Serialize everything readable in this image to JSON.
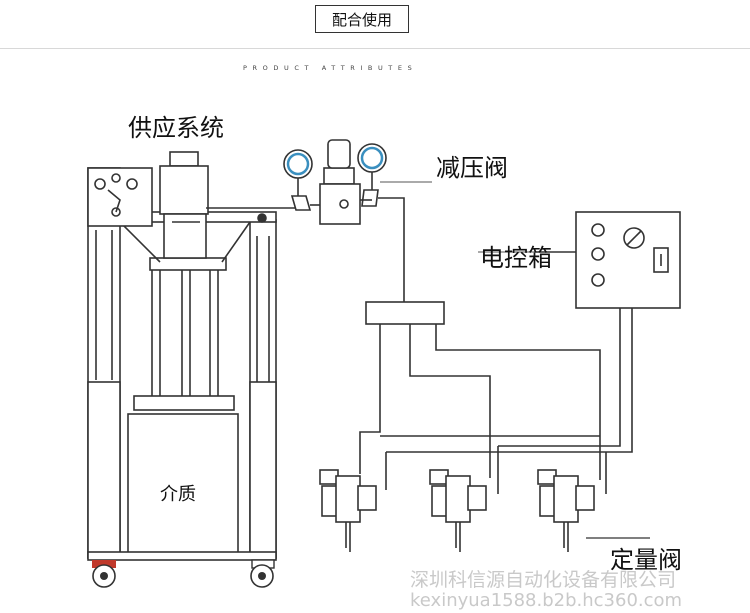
{
  "header": {
    "title": "配合使用",
    "subtitle": "PRODUCT ATTRIBUTES"
  },
  "diagram": {
    "labels": {
      "supply_system": "供应系统",
      "pressure_valve": "减压阀",
      "control_box": "电控箱",
      "medium": "介质",
      "metering_valve": "定量阀"
    }
  },
  "watermark": {
    "company": "深圳科信源自动化设备有限公司",
    "url": "kexinyua1588.b2b.hc360.com"
  }
}
